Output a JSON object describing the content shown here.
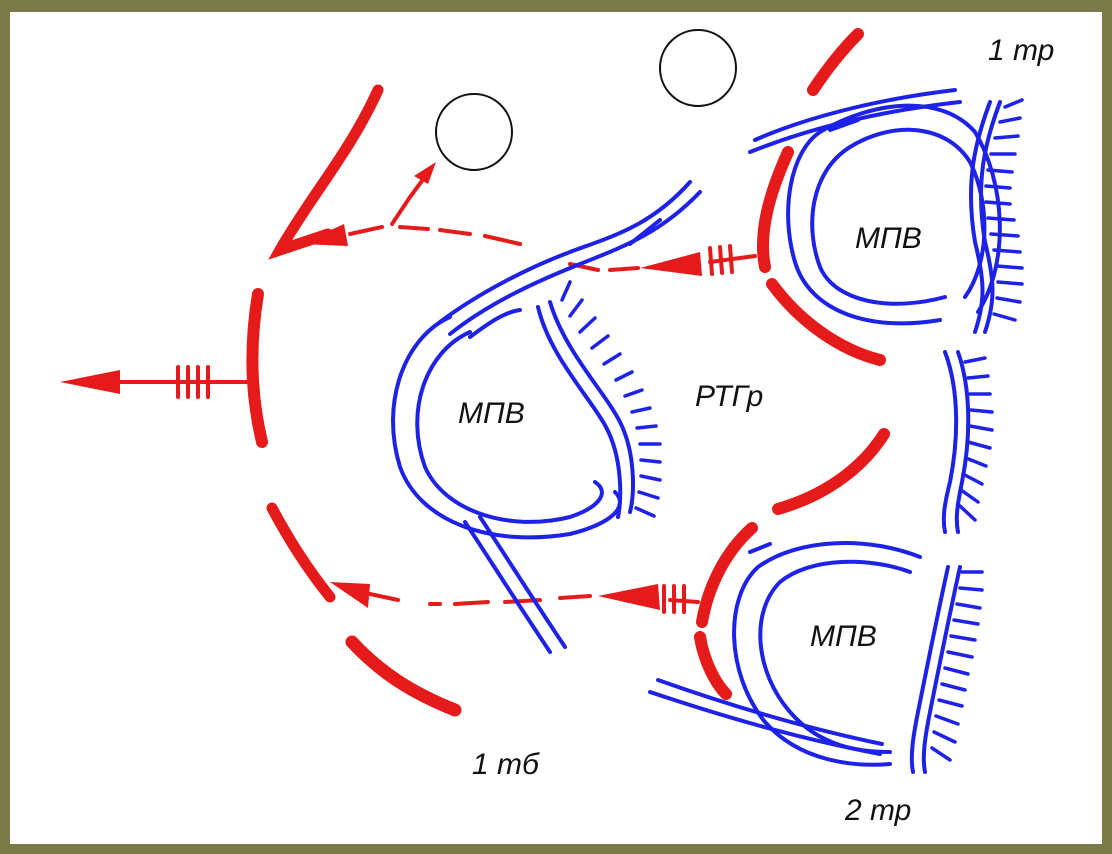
{
  "labels": {
    "company_1": "1 тр",
    "company_2": "2 тр",
    "battalion": "1 тб",
    "reserve": "РТГр",
    "minefield_top": "МПВ",
    "minefield_center": "МПВ",
    "minefield_bottom": "МПВ"
  },
  "colors": {
    "red": "#e51b1b",
    "blue": "#1e22e6",
    "frame": "#7a7a48",
    "background": "#ffffff"
  }
}
